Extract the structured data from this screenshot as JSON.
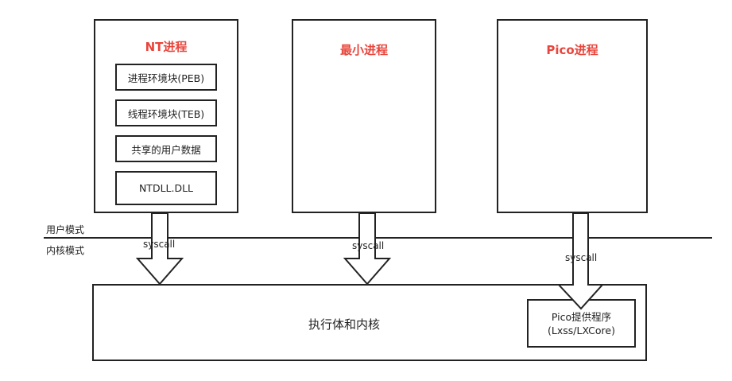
{
  "processes": {
    "nt": {
      "title": "NT进程",
      "items": [
        "进程环境块(PEB)",
        "线程环境块(TEB)",
        "共享的用户数据",
        "NTDLL.DLL"
      ]
    },
    "minimal": {
      "title": "最小进程"
    },
    "pico": {
      "title": "Pico进程"
    }
  },
  "modes": {
    "user": "用户模式",
    "kernel": "内核模式"
  },
  "syscall_label": "syscall",
  "kernel": {
    "title": "执行体和内核",
    "pico_provider_line1": "Pico提供程序",
    "pico_provider_line2": "(Lxss/LXCore)"
  },
  "colors": {
    "title_red": "#e8453c",
    "stroke": "#222222"
  }
}
